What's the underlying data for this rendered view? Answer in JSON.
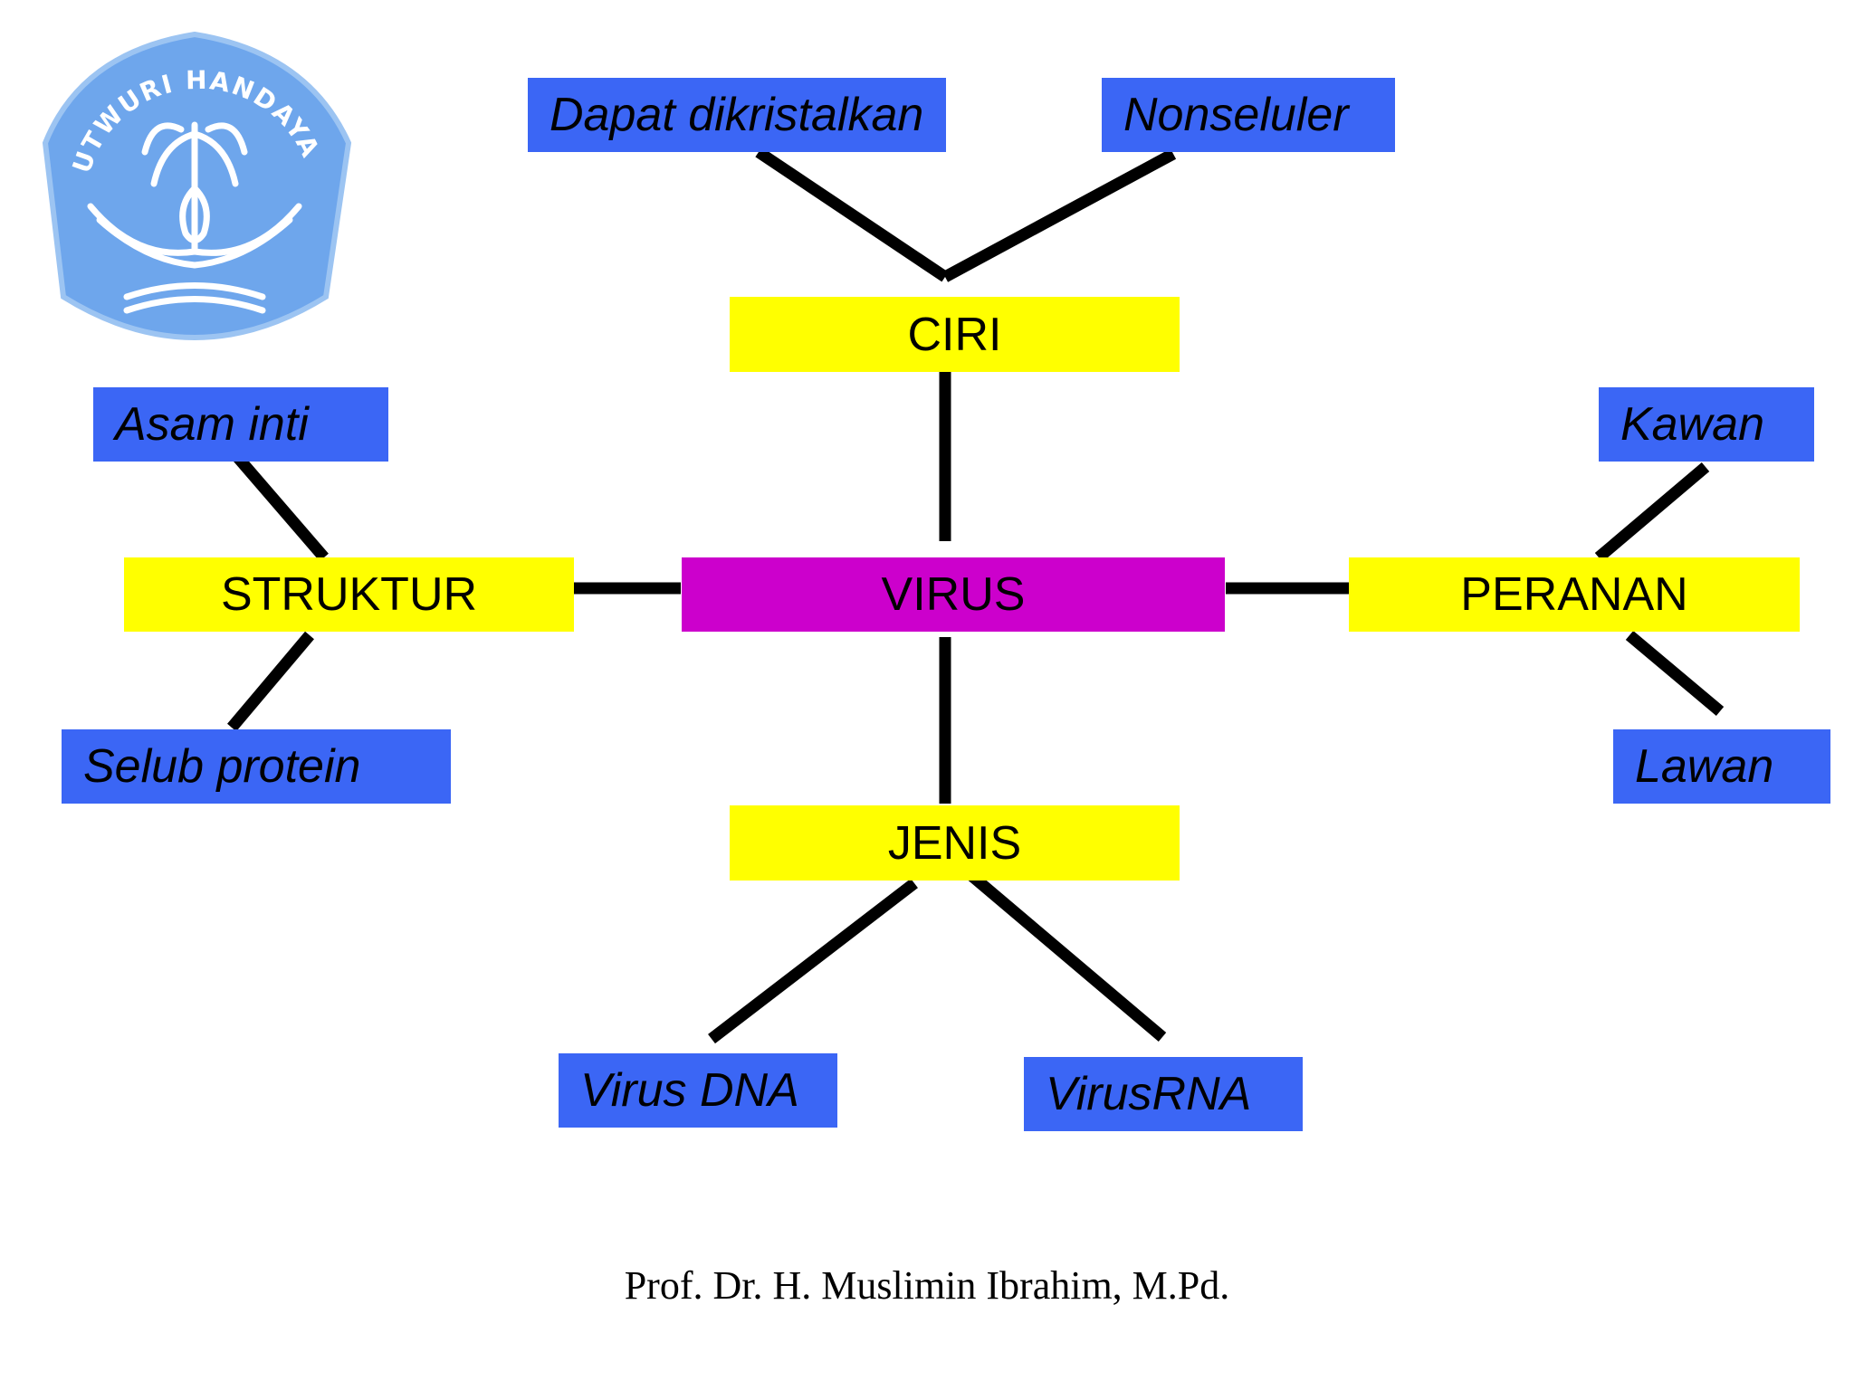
{
  "colors": {
    "center_node": "#cc00cc",
    "category_node": "#ffff00",
    "leaf_node": "#3b66f5",
    "connector": "#000000",
    "logo_fill": "#6ea6ec"
  },
  "logo": {
    "icon": "tutwuri-handayani-emblem-icon",
    "text": "TUTWURI HANDAYANI"
  },
  "nodes": {
    "center": "VIRUS",
    "ciri": "CIRI",
    "struktur": "STRUKTUR",
    "peranan": "PERANAN",
    "jenis": "JENIS",
    "dapat_dikristalkan": "Dapat dikristalkan",
    "nonseluler": "Nonseluler",
    "asam_inti": "Asam inti",
    "selub_protein": "Selub protein",
    "kawan": "Kawan",
    "lawan": "Lawan",
    "virus_dna": "Virus DNA",
    "virus_rna": "VirusRNA"
  },
  "footer": "Prof. Dr. H. Muslimin Ibrahim, M.Pd."
}
